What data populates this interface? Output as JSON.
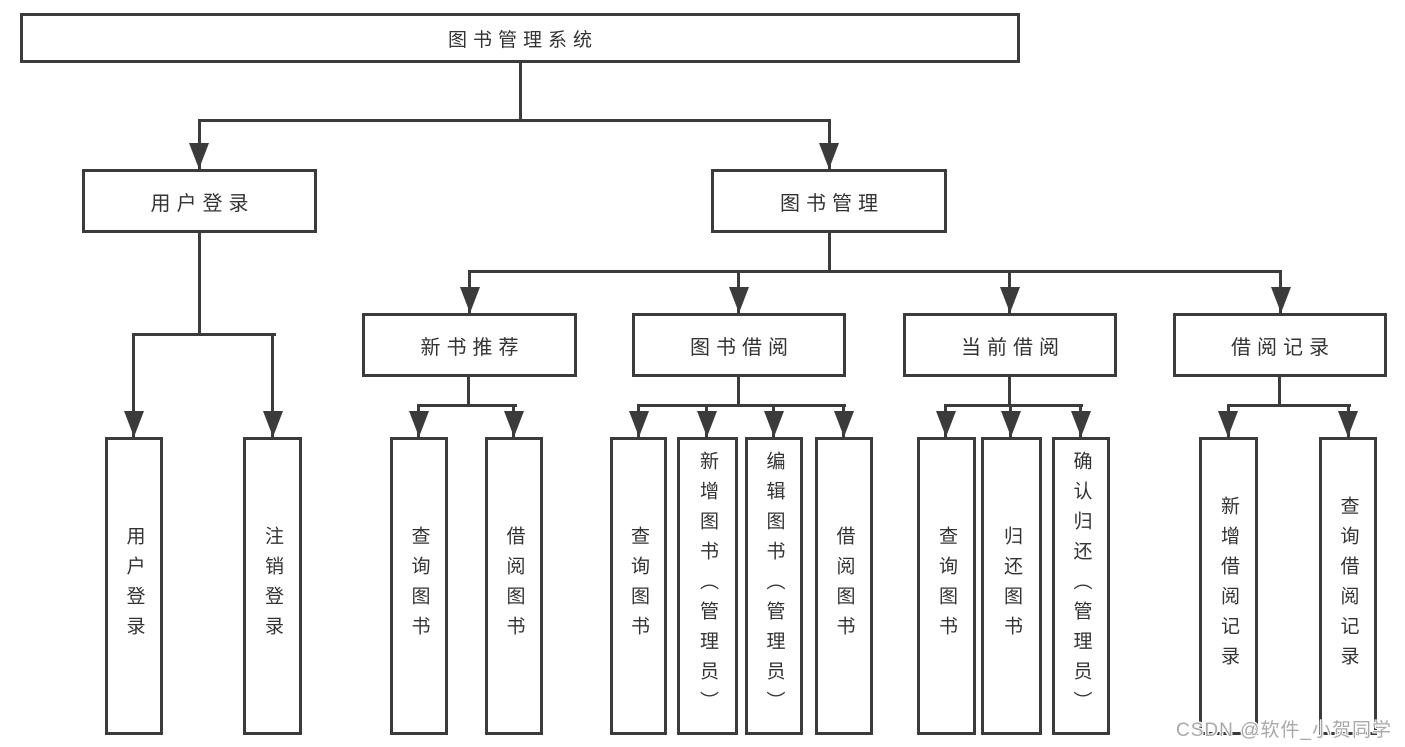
{
  "diagram_title": "图书管理系统",
  "tree": {
    "label": "图书管理系统",
    "children": [
      {
        "label": "用户登录",
        "children": [
          {
            "label": "用户登录"
          },
          {
            "label": "注销登录"
          }
        ]
      },
      {
        "label": "图书管理",
        "children": [
          {
            "label": "新书推荐",
            "children": [
              {
                "label": "查询图书"
              },
              {
                "label": "借阅图书"
              }
            ]
          },
          {
            "label": "图书借阅",
            "children": [
              {
                "label": "查询图书"
              },
              {
                "label": "新增图书（管理员）"
              },
              {
                "label": "编辑图书（管理员）"
              },
              {
                "label": "借阅图书"
              }
            ]
          },
          {
            "label": "当前借阅",
            "children": [
              {
                "label": "查询图书"
              },
              {
                "label": "归还图书"
              },
              {
                "label": "确认归还（管理员）"
              }
            ]
          },
          {
            "label": "借阅记录",
            "children": [
              {
                "label": "新增借阅记录"
              },
              {
                "label": "查询借阅记录"
              }
            ]
          }
        ]
      }
    ]
  },
  "watermark": {
    "text": "CSDN @软件_小贺同学"
  },
  "colors": {
    "line": "#3b3b3b",
    "text": "#333333",
    "background": "#ffffff",
    "watermark": "#a9a9a9"
  }
}
